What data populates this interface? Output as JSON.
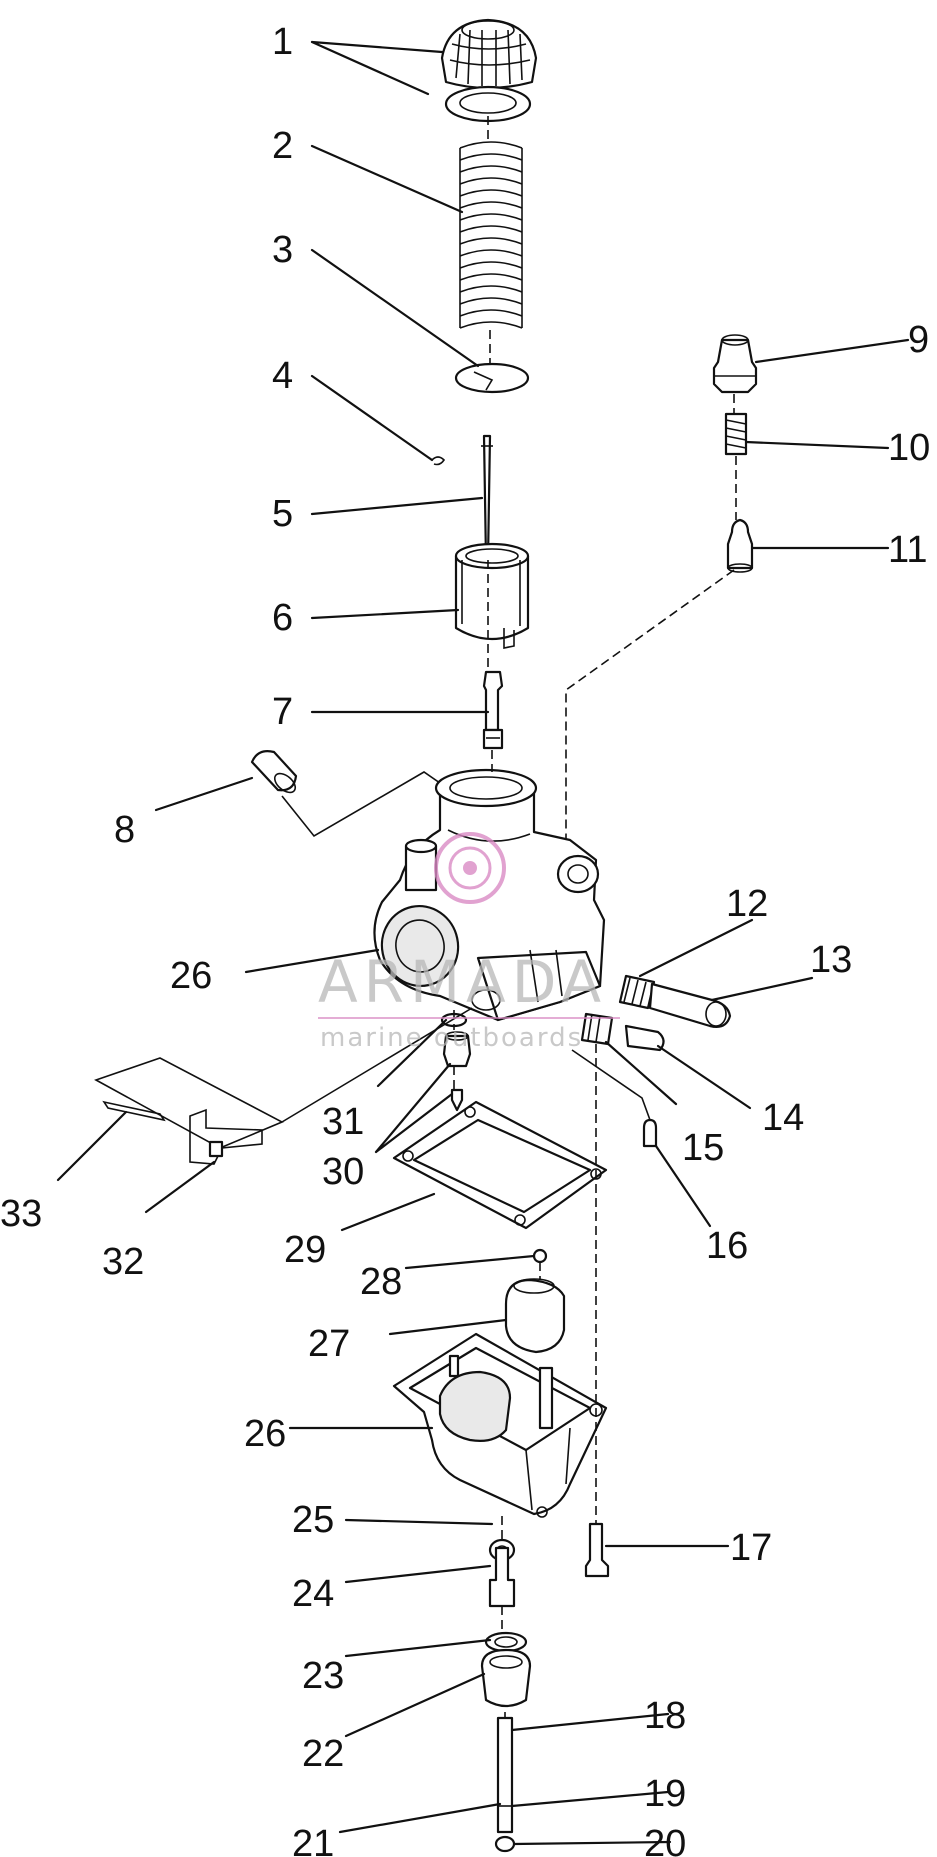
{
  "watermark": {
    "brand": "ARMADA",
    "tagline": "marine outboards",
    "accent_color": "#d98bc4"
  },
  "callouts": [
    "1",
    "2",
    "3",
    "4",
    "5",
    "6",
    "7",
    "8",
    "9",
    "10",
    "11",
    "12",
    "13",
    "14",
    "15",
    "16",
    "17",
    "18",
    "19",
    "20",
    "21",
    "22",
    "23",
    "24",
    "25",
    "26",
    "26",
    "27",
    "28",
    "29",
    "30",
    "31",
    "32",
    "33"
  ]
}
